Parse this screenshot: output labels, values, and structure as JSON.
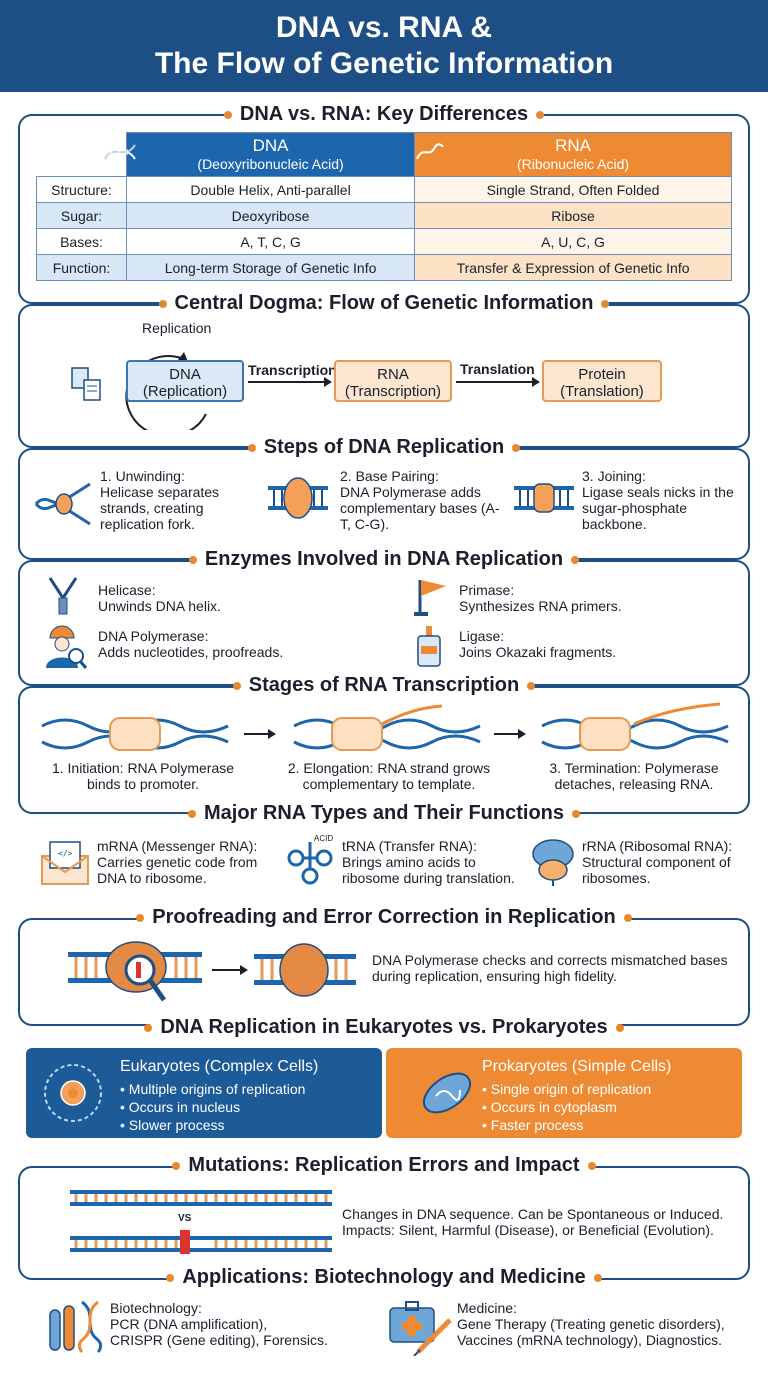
{
  "title_line1": "DNA vs. RNA &",
  "title_line2": "The Flow of Genetic Information",
  "sections": {
    "differences": "DNA vs. RNA: Key Differences",
    "dogma": "Central Dogma: Flow of Genetic Information",
    "replication": "Steps of DNA Replication",
    "enzymes": "Enzymes Involved in DNA Replication",
    "transcription": "Stages of RNA Transcription",
    "rna_types": "Major RNA Types and Their Functions",
    "proofreading": "Proofreading and Error Correction in Replication",
    "euk_prok": "DNA Replication in Eukaryotes vs. Prokaryotes",
    "mutations": "Mutations: Replication Errors and Impact",
    "applications": "Applications: Biotechnology and Medicine"
  },
  "table": {
    "dna_header": "DNA",
    "dna_sub": "(Deoxyribonucleic Acid)",
    "rna_header": "RNA",
    "rna_sub": "(Ribonucleic Acid)",
    "rows": [
      {
        "label": "Structure:",
        "dna": "Double Helix, Anti-parallel",
        "rna": "Single Strand, Often Folded"
      },
      {
        "label": "Sugar:",
        "dna": "Deoxyribose",
        "rna": "Ribose"
      },
      {
        "label": "Bases:",
        "dna": "A, T, C, G",
        "rna": "A, U, C, G"
      },
      {
        "label": "Function:",
        "dna": "Long-term Storage of Genetic Info",
        "rna": "Transfer & Expression of Genetic Info"
      }
    ]
  },
  "dogma": {
    "replication_label": "Replication",
    "dna_box_1": "DNA",
    "dna_box_2": "(Replication)",
    "transcription_label": "Transcription",
    "rna_box_1": "RNA",
    "rna_box_2": "(Transcription)",
    "translation_label": "Translation",
    "protein_box_1": "Protein",
    "protein_box_2": "(Translation)"
  },
  "replication_steps": [
    {
      "title": "1. Unwinding:",
      "text": "Helicase separates strands, creating replication fork."
    },
    {
      "title": "2. Base Pairing:",
      "text": "DNA Polymerase adds complementary bases (A-T, C-G)."
    },
    {
      "title": "3. Joining:",
      "text": "Ligase seals nicks in the sugar-phosphate backbone."
    }
  ],
  "enzymes": [
    {
      "name": "Helicase:",
      "text": "Unwinds DNA helix."
    },
    {
      "name": "Primase:",
      "text": "Synthesizes RNA primers."
    },
    {
      "name": "DNA Polymerase:",
      "text": "Adds nucleotides, proofreads."
    },
    {
      "name": "Ligase:",
      "text": "Joins Okazaki fragments."
    }
  ],
  "transcription": [
    {
      "text1": "1. Initiation: RNA Polymerase",
      "text2": "binds to promoter."
    },
    {
      "text1": "2. Elongation: RNA strand grows",
      "text2": "complementary to template."
    },
    {
      "text1": "3. Termination: Polymerase",
      "text2": "detaches, releasing RNA."
    }
  ],
  "rna_types": [
    {
      "title": "mRNA (Messenger RNA):",
      "text": "Carries genetic code from DNA to ribosome."
    },
    {
      "title": "tRNA (Transfer RNA):",
      "text": "Brings amino acids to ribosome during translation."
    },
    {
      "title": "rRNA (Ribosomal RNA):",
      "text": "Structural component of ribosomes."
    }
  ],
  "trna_icon_label": "ACID",
  "proofreading_text": "DNA Polymerase checks and corrects mismatched bases during replication, ensuring high fidelity.",
  "eukaryotes": {
    "title": "Eukaryotes (Complex Cells)",
    "items": [
      "Multiple origins of replication",
      "Occurs in nucleus",
      "Slower process"
    ]
  },
  "prokaryotes": {
    "title": "Prokaryotes (Simple Cells)",
    "items": [
      "Single origin of replication",
      "Occurs in cytoplasm",
      "Faster process"
    ]
  },
  "mutation_marker": "VS",
  "mutation_text1": "Changes in DNA sequence. Can be Spontaneous or Induced.",
  "mutation_text2": "Impacts: Silent, Harmful (Disease), or Beneficial (Evolution).",
  "applications": {
    "bio_title": "Biotechnology:",
    "bio_line1": "PCR (DNA amplification),",
    "bio_line2": "CRISPR (Gene editing), Forensics.",
    "med_title": "Medicine:",
    "med_line1": "Gene Therapy (Treating genetic disorders),",
    "med_line2": "Vaccines (mRNA technology), Diagnostics."
  },
  "colors": {
    "navy": "#1d4f86",
    "blue": "#1d66ad",
    "orange": "#ee8a33"
  }
}
